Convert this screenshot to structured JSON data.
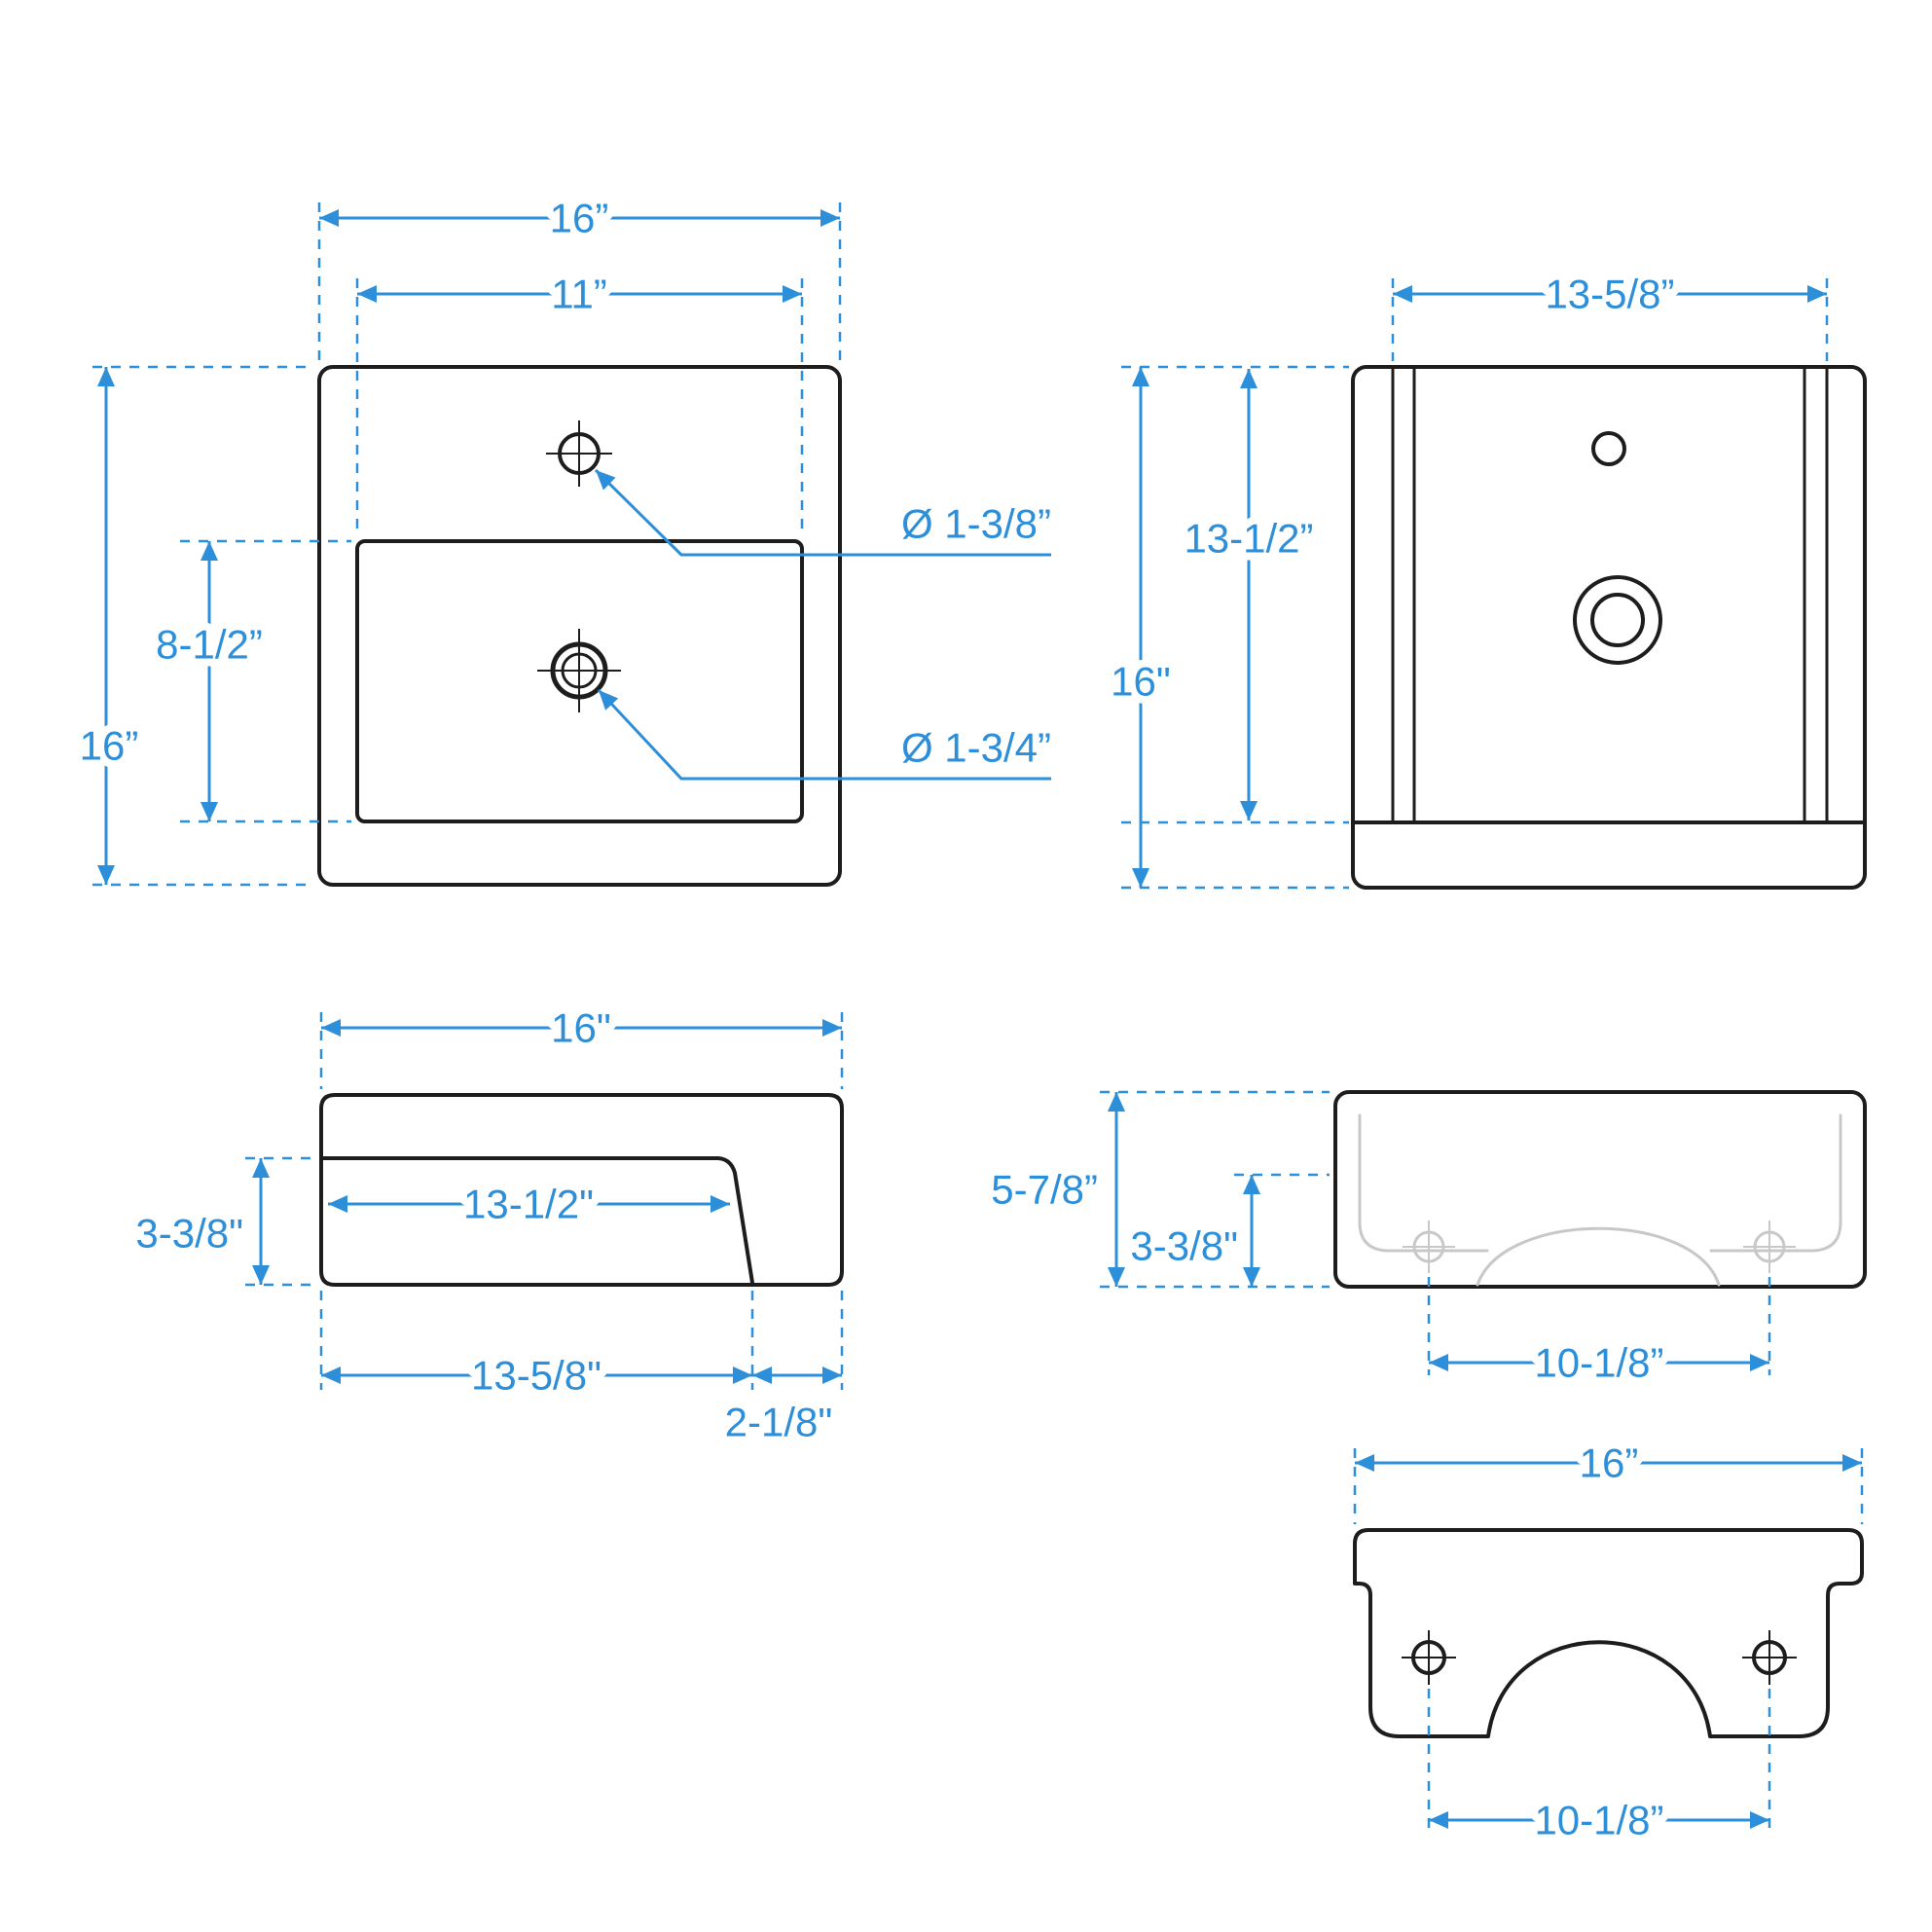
{
  "drawing": {
    "background": "#ffffff",
    "colors": {
      "dimension": "#2d8fd9",
      "outline": "#1d1d1d",
      "hidden_detail": "#c8c8c8"
    }
  },
  "views": {
    "top": {
      "labels": {
        "outer_width": "16”",
        "inner_width": "11”",
        "outer_depth": "16”",
        "basin_depth": "8-1/2”",
        "faucet_hole_diameter": "Ø 1-3/8”",
        "drain_hole_diameter": "Ø 1-3/4”"
      }
    },
    "bottom": {
      "labels": {
        "top_width": "13-5/8”",
        "body_depth": "13-1/2”",
        "overall_depth": "16\""
      }
    },
    "side": {
      "labels": {
        "overall_width": "16\"",
        "basin_width": "13-1/2\"",
        "front_height": "3-3/8\"",
        "bottom_width": "13-5/8\"",
        "back_offset": "2-1/8\""
      }
    },
    "back": {
      "labels": {
        "overall_height": "5-7/8”",
        "lower_height": "3-3/8\"",
        "mount_hole_spacing": "10-1/8”"
      }
    },
    "rear_bottom": {
      "labels": {
        "overall_width": "16”",
        "mount_hole_spacing": "10-1/8”"
      }
    }
  }
}
